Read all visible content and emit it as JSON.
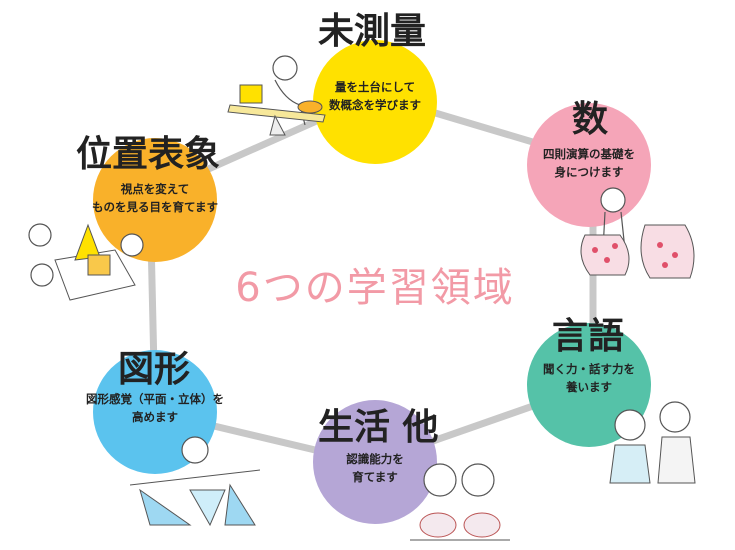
{
  "center_title": "6つの学習領域",
  "domains": [
    {
      "id": "mijissoku",
      "title": "未測量",
      "lines": [
        "量を土台にして",
        "数概念を学びます"
      ],
      "color": "#ffe100"
    },
    {
      "id": "kazu",
      "title": "数",
      "lines": [
        "四則演算の基礎を",
        "身につけます"
      ],
      "color": "#f5a5b8"
    },
    {
      "id": "gengo",
      "title": "言語",
      "lines": [
        "聞く力・話す力を",
        "養います"
      ],
      "color": "#55c2a8"
    },
    {
      "id": "seikatsu",
      "title": "生活 他",
      "lines": [
        "認識能力を",
        "育てます"
      ],
      "color": "#b5a6d6"
    },
    {
      "id": "zukei",
      "title": "図形",
      "lines": [
        "図形感覚（平面・立体）を",
        "高めます"
      ],
      "color": "#5bc3ee"
    },
    {
      "id": "ichi",
      "title": "位置表象",
      "lines": [
        "視点を変えて",
        "ものを見る目を育てます"
      ],
      "color": "#f9b12a"
    }
  ],
  "colors": {
    "connector": "#c8c8c8",
    "title_pink": "#f29aa6"
  }
}
